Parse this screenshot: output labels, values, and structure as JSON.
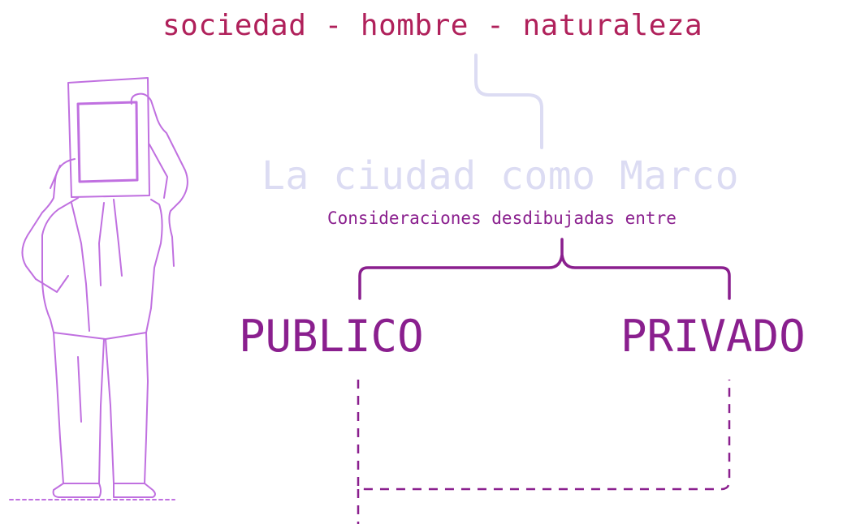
{
  "title": "sociedad - hombre - naturaleza",
  "subtitle": "La ciudad como Marco",
  "caption": "Consideraciones desdibujadas entre",
  "left_label": "PUBLICO",
  "right_label": "PRIVADO",
  "colors": {
    "title": "#b0215b",
    "subtitle": "#dcdcf3",
    "accent": "#8a1f8e",
    "figure": "#c070e0"
  },
  "figure_icon": "person-holding-frame-illustration"
}
